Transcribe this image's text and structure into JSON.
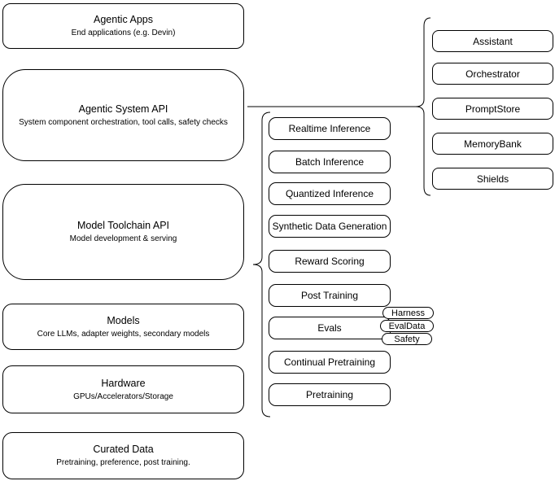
{
  "diagram": {
    "stack_layers": [
      {
        "title": "Agentic Apps",
        "subtitle": "End applications (e.g. Devin)"
      },
      {
        "title": "Agentic System API",
        "subtitle": "System component orchestration, tool calls, safety checks"
      },
      {
        "title": "Model Toolchain API",
        "subtitle": "Model development & serving"
      },
      {
        "title": "Models",
        "subtitle": "Core LLMs, adapter weights, secondary models"
      },
      {
        "title": "Hardware",
        "subtitle": "GPUs/Accelerators/Storage"
      },
      {
        "title": "Curated Data",
        "subtitle": "Pretraining, preference, post training."
      }
    ],
    "toolchain_components": [
      "Realtime Inference",
      "Batch Inference",
      "Quantized Inference",
      "Synthetic Data Generation",
      "Reward Scoring",
      "Post Training",
      "Evals",
      "Continual Pretraining",
      "Pretraining"
    ],
    "eval_tags": [
      "Harness",
      "EvalData",
      "Safety"
    ],
    "agentic_components": [
      "Assistant",
      "Orchestrator",
      "PromptStore",
      "MemoryBank",
      "Shields"
    ],
    "colors": {
      "stroke": "#000000",
      "fill": "#ffffff",
      "text": "#000000"
    }
  }
}
